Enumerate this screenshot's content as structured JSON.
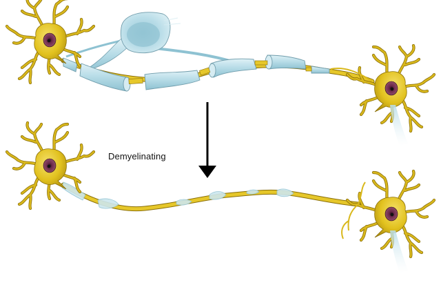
{
  "figure": {
    "type": "illustration",
    "subject": "neuron myelination vs demyelination",
    "panels": [
      {
        "name": "myelinated-neuron-pair",
        "position": "top"
      },
      {
        "name": "demyelinated-neuron-pair",
        "position": "bottom"
      }
    ],
    "transition_label": "Demyelinating",
    "arrow_direction": "down"
  },
  "colors": {
    "soma": "#e2c21f",
    "soma_shadow": "#b59510",
    "nucleus": "#6b2a4a",
    "nucleolus": "#111111",
    "myelin": "#b9dde8",
    "myelin_edge": "#6f9cab",
    "axon": "#e6c72a",
    "arrow": "#000000",
    "background": "#ffffff"
  }
}
